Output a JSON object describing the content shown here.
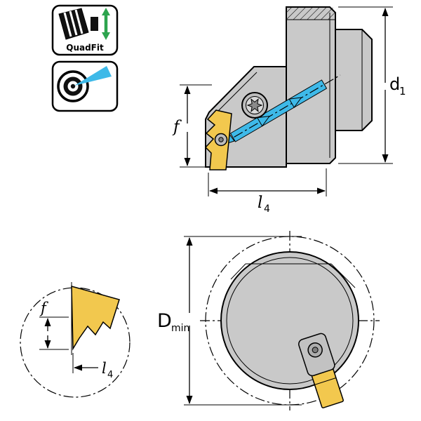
{
  "badges": {
    "quadfit": {
      "label": "QuadFit"
    },
    "coolant": {
      "name": "precision-coolant"
    }
  },
  "side_view": {
    "dim_d1": {
      "base": "d",
      "sub": "1"
    },
    "dim_f": {
      "label": "f"
    },
    "dim_l4": {
      "base": "l",
      "sub": "4"
    }
  },
  "front_view": {
    "dim_dmin": {
      "base": "D",
      "sub": "min"
    }
  },
  "detail_view": {
    "dim_f": {
      "label": "f"
    },
    "dim_l4": {
      "base": "l",
      "sub": "4"
    }
  },
  "colors": {
    "insert_yellow": "#F2C84E",
    "body_gray": "#C9C9C9",
    "screw_gray": "#ADADAD",
    "screw_dark": "#7E7E7E",
    "coolant_cyan": "#3EB9E8",
    "quadfit_green": "#2DA44E",
    "outline_black": "#000000"
  }
}
